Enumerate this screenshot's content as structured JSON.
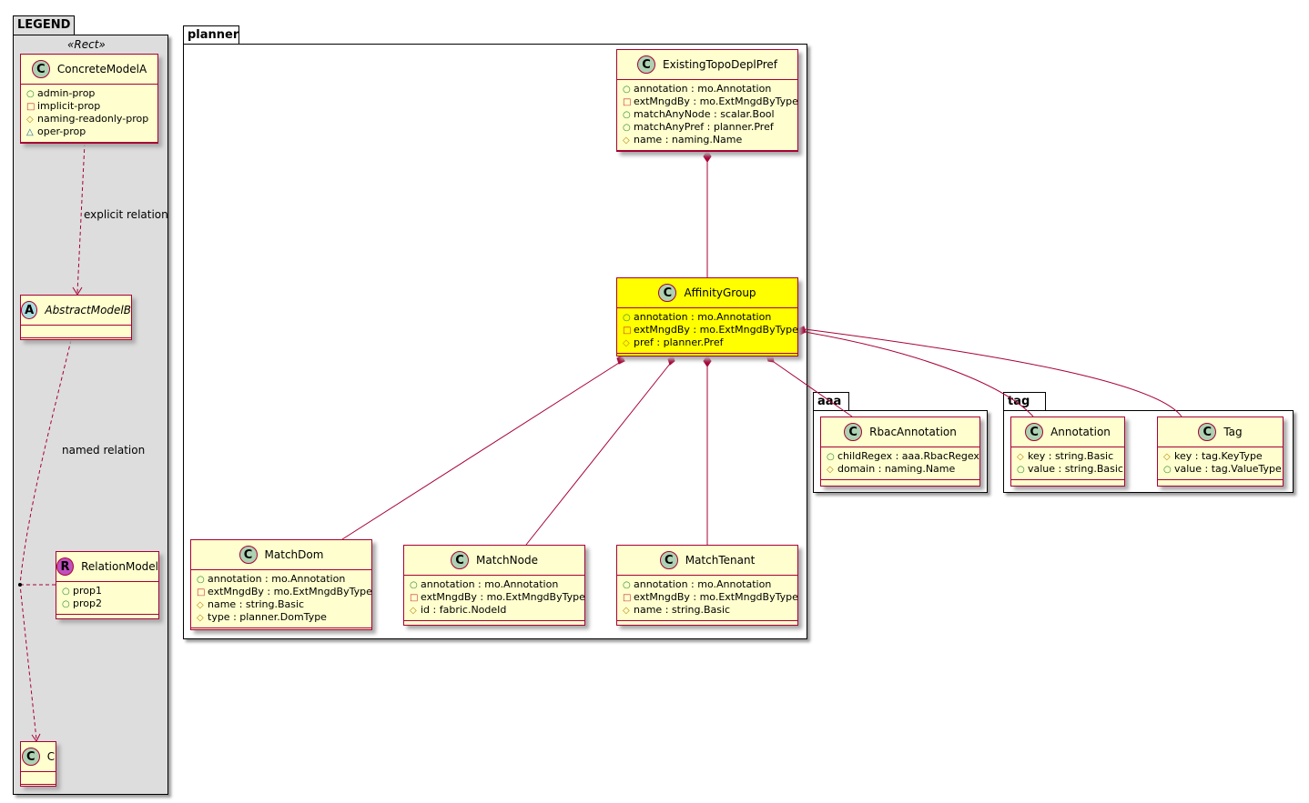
{
  "packages": {
    "legend": "LEGEND",
    "planner": "planner",
    "aaa": "aaa",
    "tag": "tag"
  },
  "legend": {
    "stereotype": "«Rect»",
    "explicit_relation": "explicit relation",
    "named_relation": "named relation"
  },
  "classes": [
    {
      "id": "ConcreteModelA",
      "icon": "C",
      "name": "ConcreteModelA",
      "members": [
        [
          "+",
          "admin-prop"
        ],
        [
          "-",
          "implicit-prop"
        ],
        [
          "#",
          "naming-readonly-prop"
        ],
        [
          "~",
          "oper-prop"
        ]
      ]
    },
    {
      "id": "AbstractModelB",
      "icon": "A",
      "name": "AbstractModelB",
      "italic": true,
      "members": []
    },
    {
      "id": "RelationModel",
      "icon": "R",
      "name": "RelationModel",
      "members": [
        [
          "+",
          "prop1"
        ],
        [
          "+",
          "prop2"
        ]
      ]
    },
    {
      "id": "C",
      "icon": "C",
      "name": "C",
      "members": []
    },
    {
      "id": "ExistingTopoDeplPref",
      "icon": "C",
      "name": "ExistingTopoDeplPref",
      "members": [
        [
          "+",
          "annotation : mo.Annotation"
        ],
        [
          "-",
          "extMngdBy : mo.ExtMngdByType"
        ],
        [
          "+",
          "matchAnyNode : scalar.Bool"
        ],
        [
          "+",
          "matchAnyPref : planner.Pref"
        ],
        [
          "#",
          "name : naming.Name"
        ]
      ]
    },
    {
      "id": "AffinityGroup",
      "icon": "C",
      "name": "AffinityGroup",
      "highlight": true,
      "members": [
        [
          "+",
          "annotation : mo.Annotation"
        ],
        [
          "-",
          "extMngdBy : mo.ExtMngdByType"
        ],
        [
          "#",
          "pref : planner.Pref"
        ]
      ]
    },
    {
      "id": "MatchDom",
      "icon": "C",
      "name": "MatchDom",
      "members": [
        [
          "+",
          "annotation : mo.Annotation"
        ],
        [
          "-",
          "extMngdBy : mo.ExtMngdByType"
        ],
        [
          "#",
          "name : string.Basic"
        ],
        [
          "#",
          "type : planner.DomType"
        ]
      ]
    },
    {
      "id": "MatchNode",
      "icon": "C",
      "name": "MatchNode",
      "members": [
        [
          "+",
          "annotation : mo.Annotation"
        ],
        [
          "-",
          "extMngdBy : mo.ExtMngdByType"
        ],
        [
          "#",
          "id : fabric.NodeId"
        ]
      ]
    },
    {
      "id": "MatchTenant",
      "icon": "C",
      "name": "MatchTenant",
      "members": [
        [
          "+",
          "annotation : mo.Annotation"
        ],
        [
          "-",
          "extMngdBy : mo.ExtMngdByType"
        ],
        [
          "#",
          "name : string.Basic"
        ]
      ]
    },
    {
      "id": "RbacAnnotation",
      "icon": "C",
      "name": "RbacAnnotation",
      "members": [
        [
          "+",
          "childRegex : aaa.RbacRegex"
        ],
        [
          "#",
          "domain : naming.Name"
        ]
      ]
    },
    {
      "id": "Annotation",
      "icon": "C",
      "name": "Annotation",
      "members": [
        [
          "#",
          "key : string.Basic"
        ],
        [
          "+",
          "value : string.Basic"
        ]
      ]
    },
    {
      "id": "Tag",
      "icon": "C",
      "name": "Tag",
      "members": [
        [
          "#",
          "key : tag.KeyType"
        ],
        [
          "+",
          "value : tag.ValueType"
        ]
      ]
    }
  ],
  "colors": {
    "border": "#a80036",
    "class_fill": "#fefece",
    "highlight": "#ffff00",
    "legend_fill": "#dddddd"
  }
}
